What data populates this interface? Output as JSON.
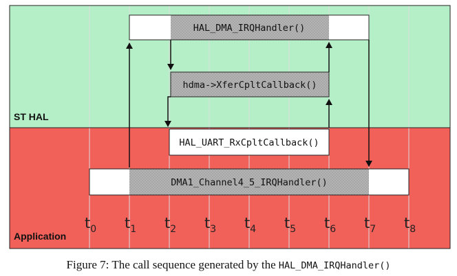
{
  "colors": {
    "hal_band": "#b5efc7",
    "app_band": "#f2605a",
    "grid": "#dcdcdc",
    "box_fill": "#ffffff",
    "box_shade": "#b3b3b3",
    "border": "#222222"
  },
  "bands": {
    "hal_label": "ST HAL",
    "app_label": "Application"
  },
  "boxes": {
    "hal_dma": "HAL_DMA_IRQHandler()",
    "xfer_cplt": "hdma->XferCpltCallback()",
    "uart_rx": "HAL_UART_RxCpltCallback()",
    "dma1_channel": "DMA1_Channel4_5_IRQHandler()"
  },
  "ticks": [
    {
      "base": "t",
      "sub": "0"
    },
    {
      "base": "t",
      "sub": "1"
    },
    {
      "base": "t",
      "sub": "2"
    },
    {
      "base": "t",
      "sub": "3"
    },
    {
      "base": "t",
      "sub": "4"
    },
    {
      "base": "t",
      "sub": "5"
    },
    {
      "base": "t",
      "sub": "6"
    },
    {
      "base": "t",
      "sub": "7"
    },
    {
      "base": "t",
      "sub": "8"
    }
  ],
  "caption": {
    "prefix": "Figure 7: The call sequence generated by the ",
    "code": "HAL_DMA_IRQHandler()"
  }
}
